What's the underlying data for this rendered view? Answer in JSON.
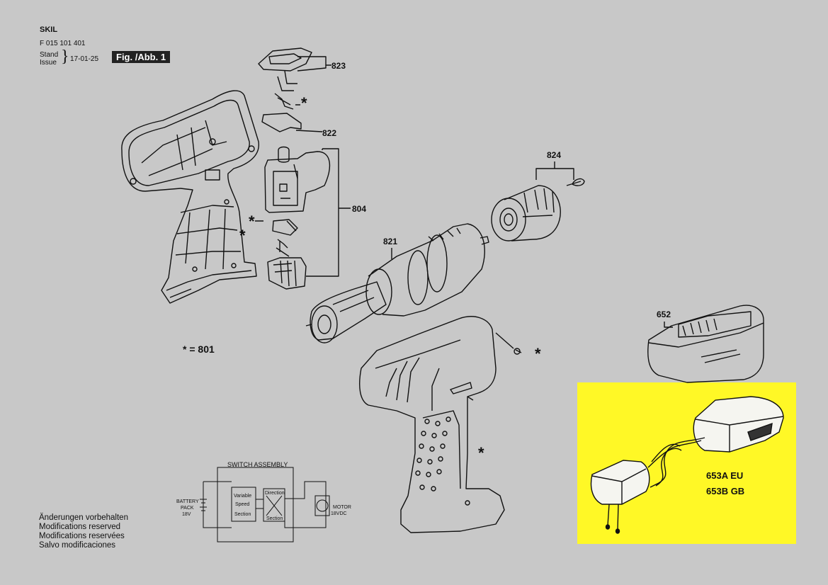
{
  "header": {
    "brand": "SKIL",
    "doc_number": "F 015 101 401",
    "stand": "Stand",
    "issue": "Issue",
    "date": "17-01-25",
    "figure_label": "Fig. /Abb. 1"
  },
  "callouts": {
    "c823": "823",
    "c822": "822",
    "c804": "804",
    "c824": "824",
    "c821": "821",
    "c652": "652",
    "star_legend": "* = 801",
    "star": "*"
  },
  "charger": {
    "line1": "653A  EU",
    "line2": "653B  GB"
  },
  "wiring": {
    "title": "SWITCH  ASSEMBLY",
    "battery_1": "BATTERY",
    "battery_2": "PACK",
    "battery_3": "18V",
    "variable_1": "Variable",
    "variable_2": "Speed",
    "variable_3": "Section",
    "direction_1": "Direction",
    "direction_2": "Section",
    "motor_1": "MOTOR",
    "motor_2": "18VDC"
  },
  "notes": [
    "Änderungen vorbehalten",
    "Modifications reserved",
    "Modifications reservées",
    "Salvo modificaciones"
  ],
  "colors": {
    "background": "#c8c8c8",
    "highlight": "#fff826",
    "line": "#111111"
  }
}
